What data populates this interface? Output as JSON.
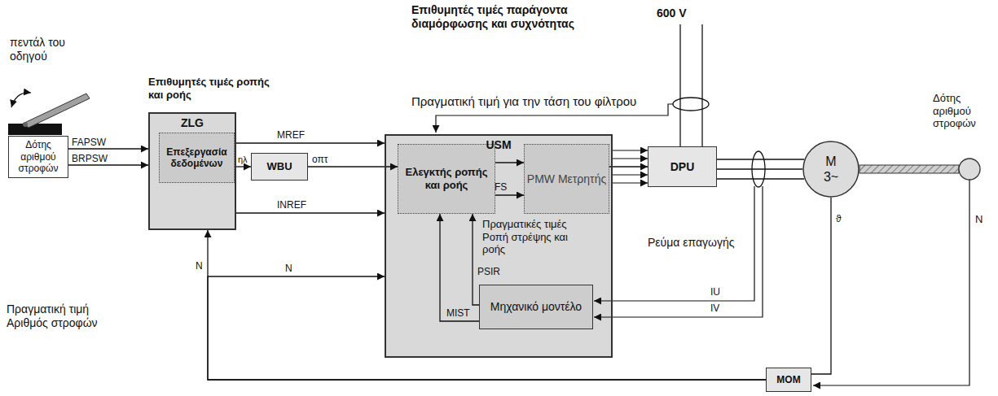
{
  "diagram": {
    "nodes": [
      {
        "text": [
          "Δότης αριθμού στροφών"
        ]
      },
      {
        "text": [
          "ZLG"
        ]
      },
      {
        "text": [
          "Επεξεργασία δεδομένων"
        ],
        "in": 1
      },
      {
        "text": [
          "WBU"
        ]
      },
      {
        "text": [
          "USM"
        ]
      },
      {
        "text": [
          "Ελεγκτής ροπής και ροής"
        ],
        "in": 4
      },
      {
        "text": [
          "PMW Μετρητής"
        ],
        "in": 4
      },
      {
        "text": [
          "Μηχανικό μοντέλο"
        ],
        "in": 4
      },
      {
        "text": [
          "DPU"
        ]
      },
      {
        "text": [
          "M 3~"
        ]
      },
      {
        "text": [
          "MOM"
        ]
      }
    ],
    "edges": [
      {
        "from": 0,
        "to": 1,
        "label": "FAPSW",
        "arrow": "to"
      },
      {
        "from": 0,
        "to": 1,
        "label": "BRPSW",
        "arrow": "to"
      },
      {
        "from": 2,
        "to": 3,
        "label": "ηλ",
        "arrow": "to"
      },
      {
        "from": 3,
        "to": 5,
        "label": "οπτ",
        "arrow": "to"
      },
      {
        "from": 1,
        "to": 4,
        "label": "MREF",
        "arrow": "to"
      },
      {
        "from": 1,
        "to": 4,
        "label": "INREF",
        "arrow": "to"
      },
      {
        "from": 5,
        "to": 6,
        "arrow": "to"
      },
      {
        "from": 5,
        "to": 6,
        "label": "FS",
        "arrow": "to"
      },
      {
        "from": 6,
        "to": 8,
        "arrow": "to"
      },
      {
        "from": 8,
        "to": 9,
        "arrow": "none"
      },
      {
        "from": 9,
        "to": 10,
        "label": "ϑ",
        "arrow": "none"
      },
      {
        "from": 10,
        "to": 1,
        "label": "N",
        "arrow": "to"
      },
      {
        "from": 10,
        "to": 4,
        "label": "N",
        "arrow": "to"
      },
      {
        "from": 7,
        "to": 5,
        "label": "PSIR",
        "arrow": "to"
      },
      {
        "from": 7,
        "to": 5,
        "label": "MIST",
        "arrow": "to"
      }
    ],
    "labels": [
      "Επιθυμητές τιμές παράγοντα διαμόρφωσης και συχνότητας",
      "600 V",
      "πεντάλ του οδηγού",
      "Επιθυμητές τιμές ροπής και ροής",
      "Πραγματική τιμή για την τάση του φίλτρου",
      "Πραγματικές τιμές Ροπή στρέψης και ροής",
      "Δότης αριθμού στροφών",
      "Ρεύμα επαγωγής",
      "IU",
      "IV",
      "N",
      "Πραγματική τιμή Αριθμός στροφών"
    ]
  }
}
